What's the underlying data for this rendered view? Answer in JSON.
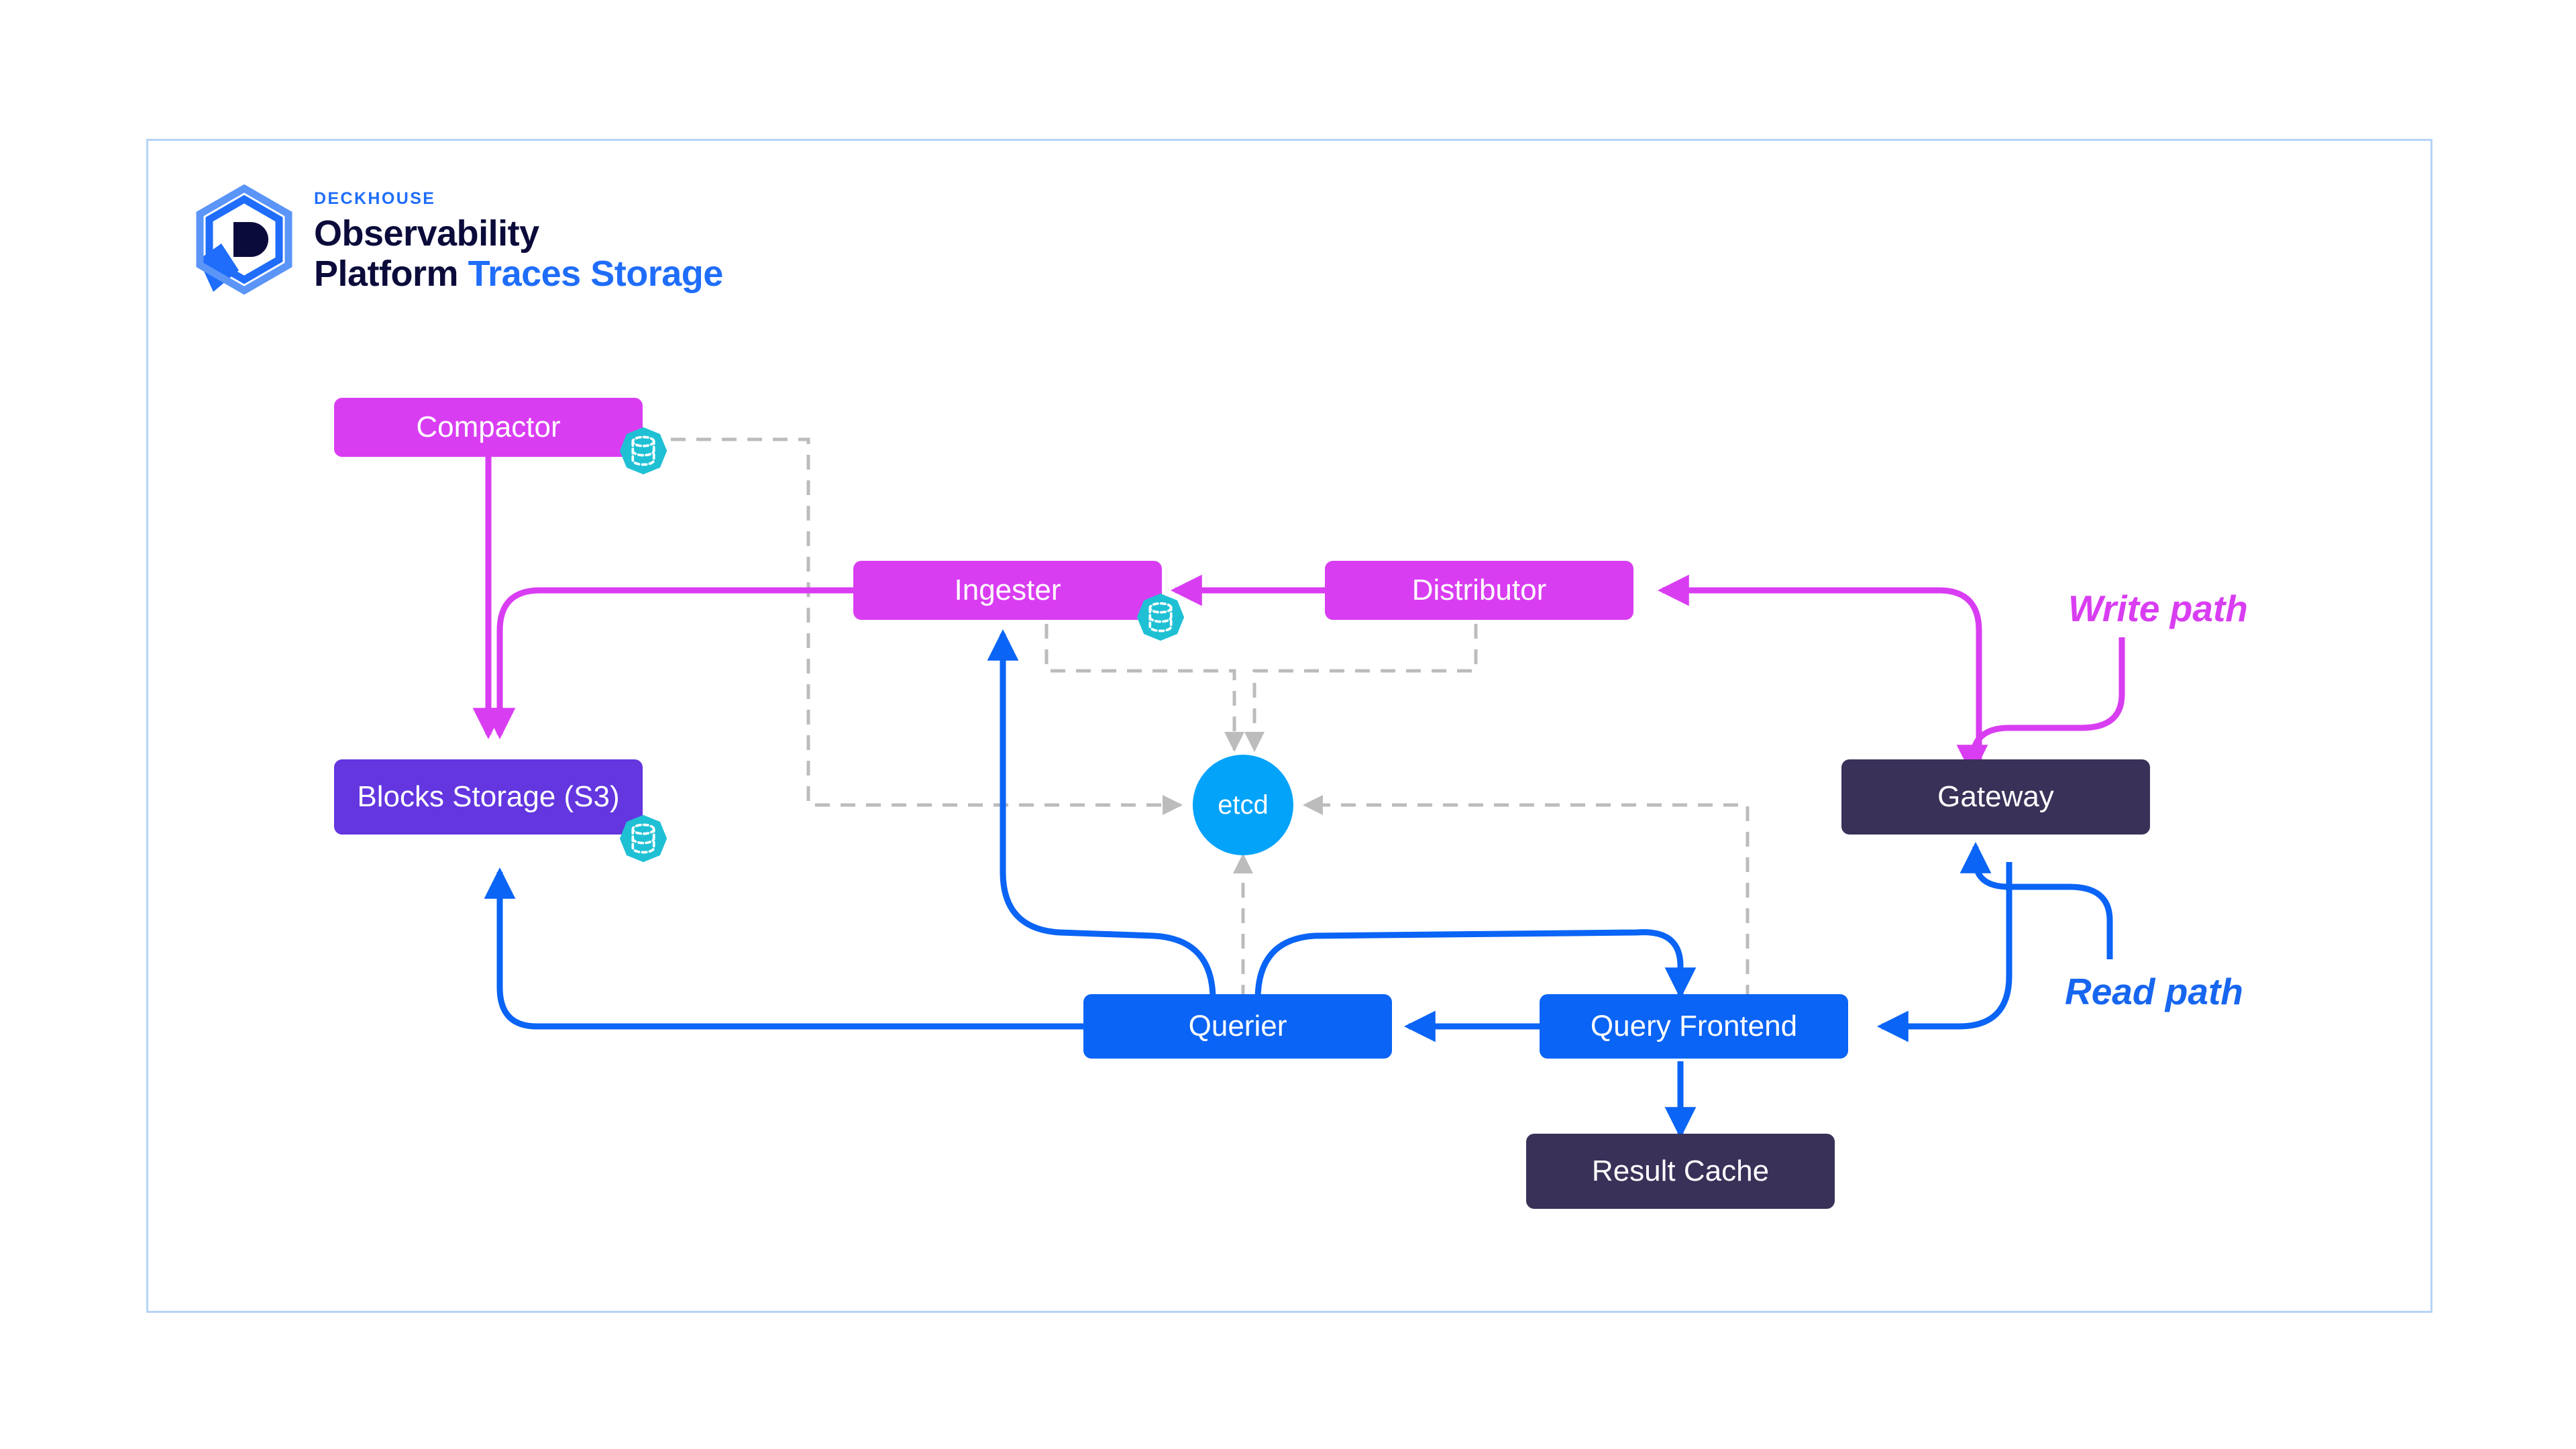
{
  "frame": {
    "border_color": "#b6d3f7"
  },
  "logo": {
    "eyebrow": "DECKHOUSE",
    "line1": "Observability",
    "line2_primary": "Platform",
    "line2_accent": "Traces Storage",
    "mark_icon": "deckhouse-hexagon-d-logo-icon",
    "colors": {
      "blue": "#1f6dfa",
      "dark": "#0b0b3b",
      "hex_light": "#5a95f7"
    }
  },
  "legend": {
    "write_path": "Write path",
    "read_path": "Read path",
    "write_color": "#d93df2",
    "read_color": "#1766f0"
  },
  "palette": {
    "magenta": "#d93df2",
    "purple": "#6336e0",
    "navy": "#3a3159",
    "blue": "#0a64f5",
    "etcd_blue": "#03a3fa",
    "badge_teal": "#1fc0d4",
    "dashed_gray": "#bcbcbc"
  },
  "nodes": [
    {
      "id": "compactor",
      "label": "Compactor",
      "color": "magenta",
      "stateful": true
    },
    {
      "id": "ingester",
      "label": "Ingester",
      "color": "magenta",
      "stateful": true
    },
    {
      "id": "distributor",
      "label": "Distributor",
      "color": "magenta",
      "stateful": false
    },
    {
      "id": "blocks-storage",
      "label": "Blocks Storage (S3)",
      "color": "purple",
      "stateful": true
    },
    {
      "id": "etcd",
      "label": "etcd",
      "color": "etcd",
      "stateful": false
    },
    {
      "id": "gateway",
      "label": "Gateway",
      "color": "navy",
      "stateful": false
    },
    {
      "id": "querier",
      "label": "Querier",
      "color": "blue",
      "stateful": false
    },
    {
      "id": "query-frontend",
      "label": "Query Frontend",
      "color": "blue",
      "stateful": false
    },
    {
      "id": "result-cache",
      "label": "Result Cache",
      "color": "navy",
      "stateful": false
    }
  ],
  "badge": {
    "icon": "stateful-set-database-icon"
  },
  "edges": [
    {
      "from": "gateway",
      "to": "distributor",
      "kind": "write"
    },
    {
      "from": "distributor",
      "to": "ingester",
      "kind": "write"
    },
    {
      "from": "ingester",
      "to": "blocks-storage",
      "kind": "write"
    },
    {
      "from": "compactor",
      "to": "blocks-storage",
      "kind": "write"
    },
    {
      "from": "gateway",
      "to": "query-frontend",
      "kind": "read"
    },
    {
      "from": "query-frontend",
      "to": "querier",
      "kind": "read"
    },
    {
      "from": "query-frontend",
      "to": "result-cache",
      "kind": "read"
    },
    {
      "from": "querier",
      "to": "blocks-storage",
      "kind": "read"
    },
    {
      "from": "querier",
      "to": "ingester",
      "kind": "read"
    },
    {
      "from": "compactor",
      "to": "etcd",
      "kind": "coordination"
    },
    {
      "from": "ingester",
      "to": "etcd",
      "kind": "coordination"
    },
    {
      "from": "distributor",
      "to": "etcd",
      "kind": "coordination"
    },
    {
      "from": "querier",
      "to": "etcd",
      "kind": "coordination"
    },
    {
      "from": "query-frontend",
      "to": "etcd",
      "kind": "coordination"
    }
  ]
}
